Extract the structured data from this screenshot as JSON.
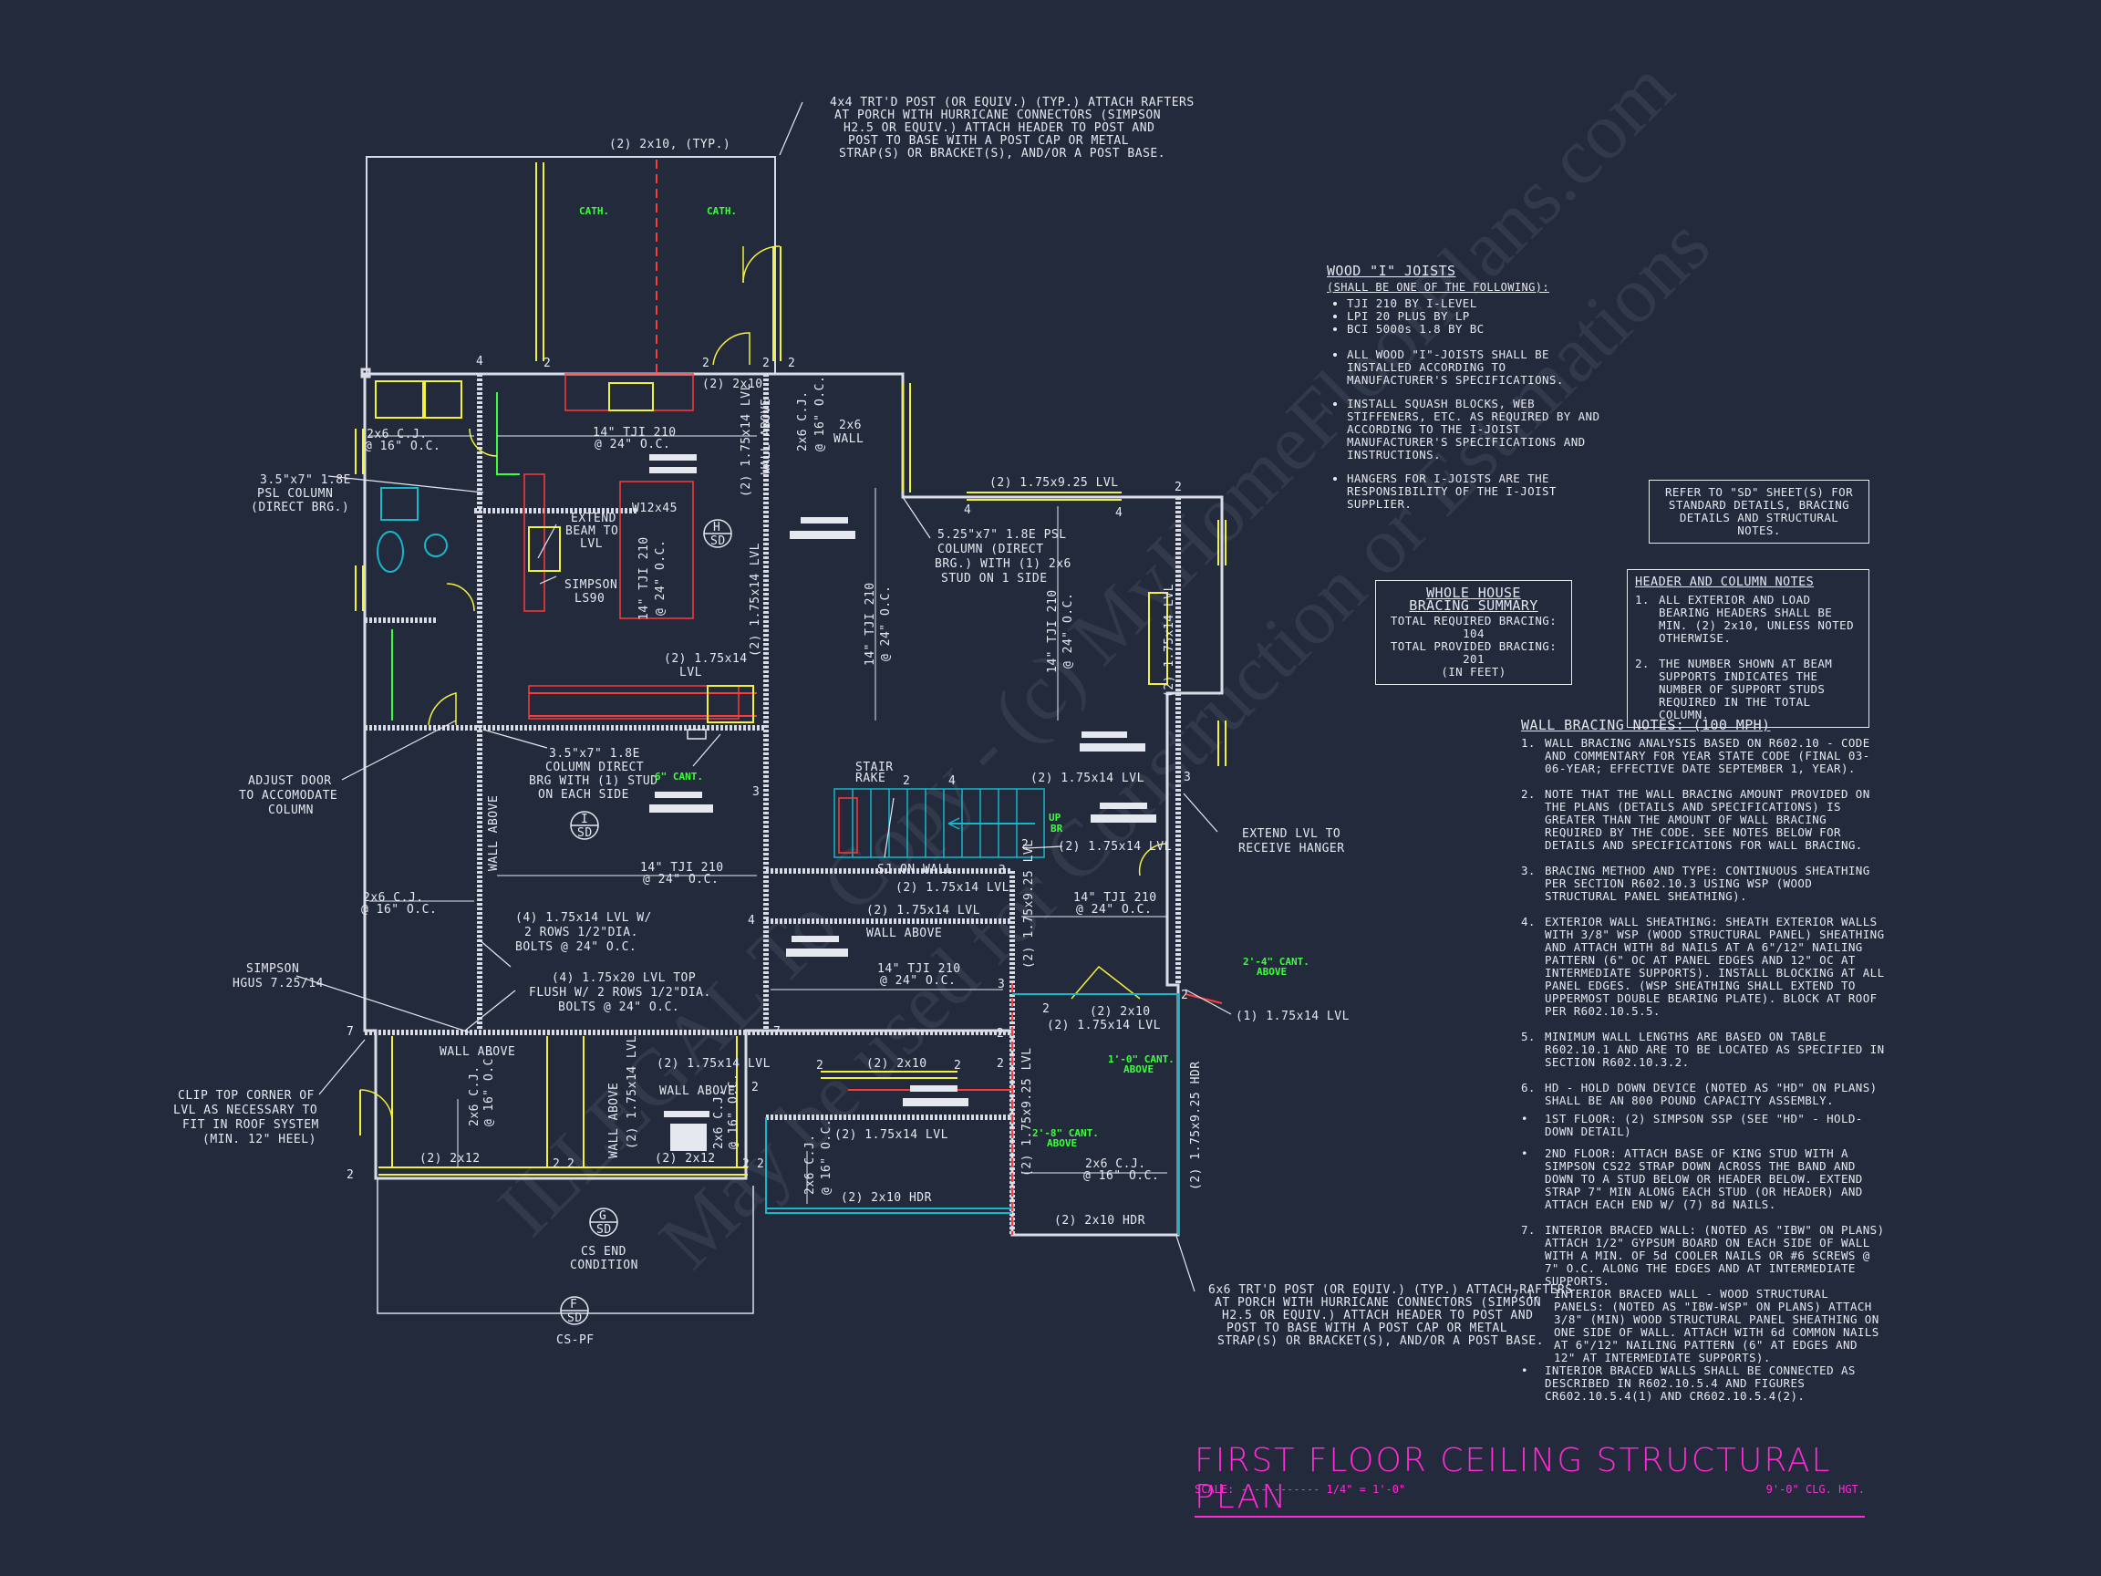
{
  "title": "FIRST FLOOR CEILING STRUCTURAL PLAN",
  "scale": {
    "label": "SCALE:",
    "value": "1/4\" = 1'-0\"",
    "clg": "9'-0\" CLG. HGT."
  },
  "joists": {
    "title": "WOOD \"I\" JOISTS",
    "subtitle": "(SHALL BE ONE OF THE FOLLOWING):",
    "options": [
      "TJI 210 BY I-LEVEL",
      "LPI 20 PLUS BY LP",
      "BCI 5000s 1.8 BY BC"
    ],
    "notes": [
      "ALL WOOD \"I\"-JOISTS SHALL BE INSTALLED ACCORDING TO MANUFACTURER'S SPECIFICATIONS.",
      "INSTALL SQUASH BLOCKS, WEB STIFFENERS, ETC. AS REQUIRED BY AND ACCORDING TO THE I-JOIST MANUFACTURER'S SPECIFICATIONS AND INSTRUCTIONS.",
      "HANGERS FOR I-JOISTS ARE THE RESPONSIBILITY OF THE I-JOIST SUPPLIER."
    ]
  },
  "refer_sd": "REFER TO \"SD\" SHEET(S) FOR STANDARD DETAILS, BRACING DETAILS AND STRUCTURAL NOTES.",
  "bracing_summary": {
    "title1": "WHOLE HOUSE",
    "title2": "BRACING SUMMARY",
    "required": "TOTAL REQUIRED BRACING: 104",
    "provided": "TOTAL PROVIDED BRACING: 201",
    "unit": "(IN FEET)"
  },
  "header_notes": {
    "title": "HEADER AND COLUMN NOTES",
    "items": [
      {
        "n": "1.",
        "text": "ALL EXTERIOR AND LOAD BEARING HEADERS SHALL BE MIN. (2) 2x10, UNLESS NOTED OTHERWISE."
      },
      {
        "n": "2.",
        "text": "THE NUMBER SHOWN AT BEAM SUPPORTS INDICATES THE NUMBER OF SUPPORT STUDS REQUIRED IN THE TOTAL COLUMN."
      }
    ]
  },
  "wall_bracing": {
    "title": "WALL BRACING NOTES: (100 MPH)",
    "items": [
      {
        "n": "1.",
        "text": "WALL BRACING ANALYSIS BASED ON R602.10 - CODE AND COMMENTARY FOR YEAR STATE CODE (FINAL 03-06-YEAR; EFFECTIVE DATE SEPTEMBER 1, YEAR)."
      },
      {
        "n": "2.",
        "text": "NOTE THAT THE WALL BRACING AMOUNT PROVIDED ON THE PLANS (DETAILS AND SPECIFICATIONS) IS GREATER THAN THE AMOUNT OF WALL BRACING REQUIRED BY THE CODE. SEE NOTES BELOW FOR DETAILS AND SPECIFICATIONS FOR WALL BRACING."
      },
      {
        "n": "3.",
        "text": "BRACING METHOD AND TYPE: CONTINUOUS SHEATHING PER SECTION R602.10.3 USING WSP (WOOD STRUCTURAL PANEL SHEATHING)."
      },
      {
        "n": "4.",
        "text": "EXTERIOR WALL SHEATHING: SHEATH EXTERIOR WALLS WITH 3/8\" WSP (WOOD STRUCTURAL PANEL) SHEATHING AND ATTACH WITH 8d NAILS AT A 6\"/12\" NAILING PATTERN (6\" OC AT PANEL EDGES AND 12\" OC AT INTERMEDIATE SUPPORTS). INSTALL BLOCKING AT ALL PANEL EDGES. (WSP SHEATHING SHALL EXTEND TO UPPERMOST DOUBLE BEARING PLATE). BLOCK AT ROOF PER R602.10.5.5."
      },
      {
        "n": "5.",
        "text": "MINIMUM WALL LENGTHS ARE BASED ON TABLE R602.10.1 AND ARE TO BE LOCATED AS SPECIFIED IN SECTION R602.10.3.2."
      },
      {
        "n": "6.",
        "text": "HD - HOLD DOWN DEVICE (NOTED AS \"HD\" ON PLANS) SHALL BE AN 800 POUND CAPACITY ASSEMBLY."
      }
    ],
    "bullets6": [
      "1ST FLOOR: (2) SIMPSON SSP (SEE \"HD\" - HOLD-DOWN DETAIL)",
      "2ND FLOOR: ATTACH BASE OF KING STUD WITH A SIMPSON CS22 STRAP DOWN ACROSS THE BAND AND DOWN TO A STUD BELOW OR HEADER BELOW. EXTEND STRAP 7\" MIN ALONG EACH STUD (OR HEADER) AND ATTACH EACH END W/ (7) 8d NAILS."
    ],
    "item7": {
      "n": "7.",
      "text": "INTERIOR BRACED WALL: (NOTED AS \"IBW\" ON PLANS) ATTACH 1/2\" GYPSUM BOARD ON EACH SIDE OF WALL WITH A MIN. OF 5d COOLER NAILS OR #6 SCREWS @ 7\" O.C. ALONG THE EDGES AND AT INTERMEDIATE SUPPORTS."
    },
    "item7a": {
      "n": "7.1.",
      "text": "INTERIOR BRACED WALL - WOOD STRUCTURAL PANELS: (NOTED AS \"IBW-WSP\" ON PLANS) ATTACH 3/8\" (MIN) WOOD STRUCTURAL PANEL SHEATHING ON ONE SIDE OF WALL. ATTACH WITH 6d COMMON NAILS AT 6\"/12\" NAILING PATTERN (6\" AT EDGES AND 12\" AT INTERMEDIATE SUPPORTS)."
    },
    "last": "INTERIOR BRACED WALLS SHALL BE CONNECTED AS DESCRIBED IN R602.10.5.4 AND FIGURES CR602.10.5.4(1) AND CR602.10.5.4(2)."
  },
  "plan": {
    "post_note_top": [
      "4x4 TRT'D POST (OR EQUIV.) (TYP.) ATTACH RAFTERS",
      "AT PORCH WITH HURRICANE CONNECTORS (SIMPSON",
      "H2.5 OR EQUIV.) ATTACH HEADER TO POST AND",
      "POST TO BASE WITH A POST CAP OR METAL",
      "STRAP(S) OR BRACKET(S), AND/OR A POST BASE."
    ],
    "post_note_bottom": [
      "6x6 TRT'D POST (OR EQUIV.) (TYP.) ATTACH RAFTERS",
      "AT PORCH WITH HURRICANE CONNECTORS (SIMPSON",
      "H2.5 OR EQUIV.) ATTACH HEADER TO POST AND",
      "POST TO BASE WITH A POST CAP OR METAL",
      "STRAP(S) OR BRACKET(S), AND/OR A POST BASE."
    ],
    "hdr_2x10_typ": "(2) 2x10, (TYP.)",
    "cath": "CATH.",
    "hdr_2x10": "(2) 2x10",
    "lvl_1_75x14": "(2) 1.75x14 LVL",
    "lvl_1_75x9_25": "(2) 1.75x9.25 LVL",
    "single_lvl": "(1) 1.75x14 LVL",
    "wall_above": "WALL ABOVE",
    "cj_2x6": "2x6 C.J.",
    "oc16": "@ 16\" O.C.",
    "tji": "14\" TJI 210",
    "oc24": "@ 24\" O.C.",
    "wall_2x6": [
      "2x6",
      "WALL"
    ],
    "psl_col": [
      "3.5\"x7\" 1.8E",
      "PSL COLUMN",
      "(DIRECT BRG.)"
    ],
    "extend_beam": [
      "EXTEND",
      "BEAM TO",
      "LVL"
    ],
    "w12x45": "W12x45",
    "simpson_ls90": [
      "SIMPSON",
      "LS90"
    ],
    "psl_col2": [
      "5.25\"x7\" 1.8E PSL",
      "COLUMN (DIRECT",
      "BRG.) WITH (1) 2x6",
      "STUD ON 1 SIDE"
    ],
    "lvl_2_1_75x14": [
      "(2) 1.75x14",
      "LVL"
    ],
    "col_direct": [
      "3.5\"x7\" 1.8E",
      "COLUMN DIRECT",
      "BRG WITH (1) STUD",
      "ON EACH SIDE"
    ],
    "adjust_door": [
      "ADJUST DOOR",
      "TO ACCOMODATE",
      "COLUMN"
    ],
    "cant6": "6\" CANT.",
    "stair_rake": [
      "STAIR",
      "RAKE"
    ],
    "sj_on_wall": "SJ ON WALL",
    "extend_lvl": [
      "EXTEND LVL TO",
      "RECEIVE HANGER"
    ],
    "lvl4": [
      "(4) 1.75x14 LVL W/",
      "2 ROWS 1/2\"DIA.",
      "BOLTS @ 24\" O.C."
    ],
    "lvl4b": [
      "(4) 1.75x20 LVL TOP",
      "FLUSH W/ 2 ROWS 1/2\"DIA.",
      "BOLTS @ 24\" O.C."
    ],
    "simpson_hgus": [
      "SIMPSON",
      "HGUS 7.25/14"
    ],
    "clip_top": [
      "CLIP TOP CORNER OF",
      "LVL AS NECESSARY TO",
      "FIT IN ROOF SYSTEM",
      "(MIN. 12\" HEEL)"
    ],
    "hdr_2x12": "(2) 2x12",
    "hdr_2x10_hdr": "(2) 2x10 HDR",
    "lvl_1_75x9_25_hdr": "(2) 1.75x9.25 HDR",
    "cant_2_4": [
      "2'-4\" CANT.",
      "ABOVE"
    ],
    "cant_1_0": [
      "1'-0\" CANT.",
      "ABOVE"
    ],
    "cant_2_8": [
      "2'-8\" CANT.",
      "ABOVE"
    ],
    "cs_end": [
      "CS END",
      "CONDITION"
    ],
    "cs_pf": "CS-PF",
    "up_br": [
      "UP",
      "BR"
    ],
    "sd": "SD",
    "tags": {
      "h": "H",
      "i": "I",
      "g": "G",
      "f": "F"
    },
    "nums": {
      "n2": "2",
      "n3": "3",
      "n4": "4",
      "n7": "7"
    }
  },
  "watermark": [
    "ILLEGAL To Copy - (c) MyHomeFloorPlans.com",
    "May be used for Construction or Estimations"
  ],
  "colors": {
    "bg": "#232a3c",
    "wall": "#d9dce6",
    "header": "#f2f23c",
    "beam": "#ff3a3a",
    "stair": "#19b6c9",
    "title": "#ff2bd6",
    "cant": "#3cff3c"
  }
}
